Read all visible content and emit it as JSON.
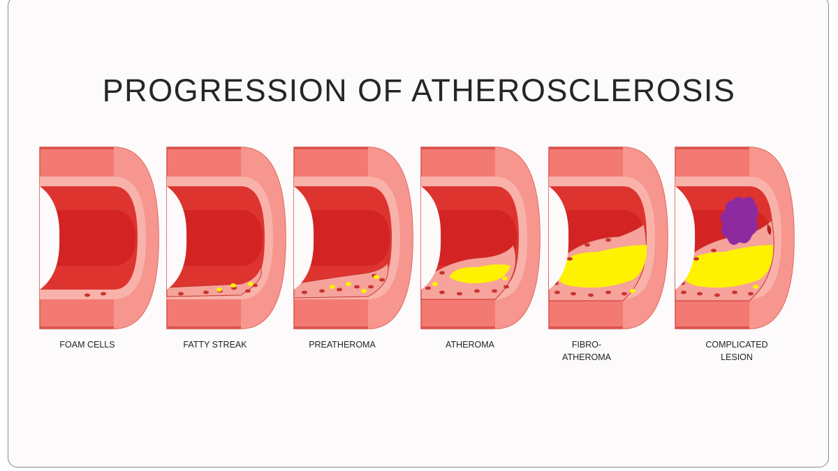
{
  "title": "PROGRESSION OF ATHEROSCLEROSIS",
  "stages": [
    {
      "label": "FOAM CELLS"
    },
    {
      "label": "FATTY STREAK"
    },
    {
      "label": "PREATHEROMA"
    },
    {
      "label": "ATHEROMA"
    },
    {
      "label": "FIBRO-\nATHEROMA"
    },
    {
      "label": "COMPLICATED\nLESION"
    }
  ],
  "colors": {
    "outer_wall": "#f27a72",
    "cap": "#f6968e",
    "intima": "#f8b2a9",
    "lumen": "#dd3430",
    "lumen_core": "#d32323",
    "plaque": "#f5a39b",
    "lipid": "#fff200",
    "cell": "#c9342f",
    "thrombus": "#8e2aa0"
  }
}
